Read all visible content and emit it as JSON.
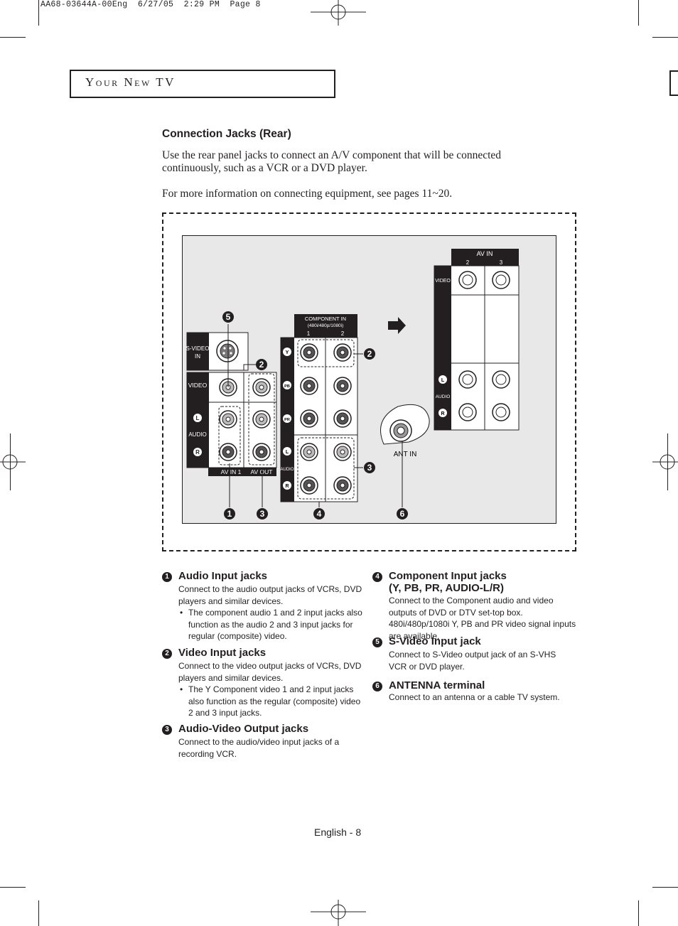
{
  "print_header": "AA68-03644A-00Eng  6/27/05  2:29 PM  Page 8",
  "section_title": "Your New TV",
  "heading": "Connection Jacks (Rear)",
  "intro": {
    "p1": "Use the rear panel jacks to connect an A/V component that will be connected continuously, such as a VCR or a DVD player.",
    "p2": "For more information on connecting equipment, see pages 11~20."
  },
  "diagram": {
    "svideo_label_1": "S-VIDEO",
    "svideo_label_2": "IN",
    "video_label": "VIDEO",
    "audio_label": "AUDIO",
    "l_badge": "L",
    "r_badge": "R",
    "av_in_1": "AV IN 1",
    "av_out": "AV OUT",
    "component_in": "COMPONENT IN",
    "component_res": "(480i/480p/1080i)",
    "col_1": "1",
    "col_2": "2",
    "y_badge": "Y",
    "pb_badge": "PB",
    "pr_badge": "PR",
    "ant_in": "ANT IN",
    "av_in": "AV IN",
    "av_col_2": "2",
    "av_col_3": "3",
    "callouts": [
      "1",
      "2",
      "3",
      "4",
      "5",
      "6"
    ]
  },
  "items": [
    {
      "num": "1",
      "title": "Audio Input jacks",
      "body": "Connect to the audio output jacks of VCRs, DVD players and similar devices.",
      "bullet": "The component audio 1 and 2 input jacks also function as the audio 2 and 3 input jacks for regular (composite) video."
    },
    {
      "num": "2",
      "title": "Video Input jacks",
      "body": "Connect to the video output jacks of VCRs, DVD players and similar devices.",
      "bullet": "The Y Component video 1 and 2 input jacks also function as the regular (composite) video 2 and 3 input jacks."
    },
    {
      "num": "3",
      "title": "Audio-Video Output jacks",
      "body": "Connect to the audio/video input jacks of a recording VCR."
    },
    {
      "num": "4",
      "title": "Component Input jacks",
      "title2": "(Y, PB, PR, AUDIO-L/R)",
      "body": "Connect to the Component audio and video outputs of DVD or DTV set-top box. 480i/480p/1080i Y, PB and PR video signal inputs are available."
    },
    {
      "num": "5",
      "title": "S-Video Input jack",
      "body": "Connect to S-Video output jack of an S-VHS VCR or DVD player."
    },
    {
      "num": "6",
      "title": "ANTENNA terminal",
      "body": "Connect to an antenna or a cable TV system."
    }
  ],
  "footer": "English - 8"
}
